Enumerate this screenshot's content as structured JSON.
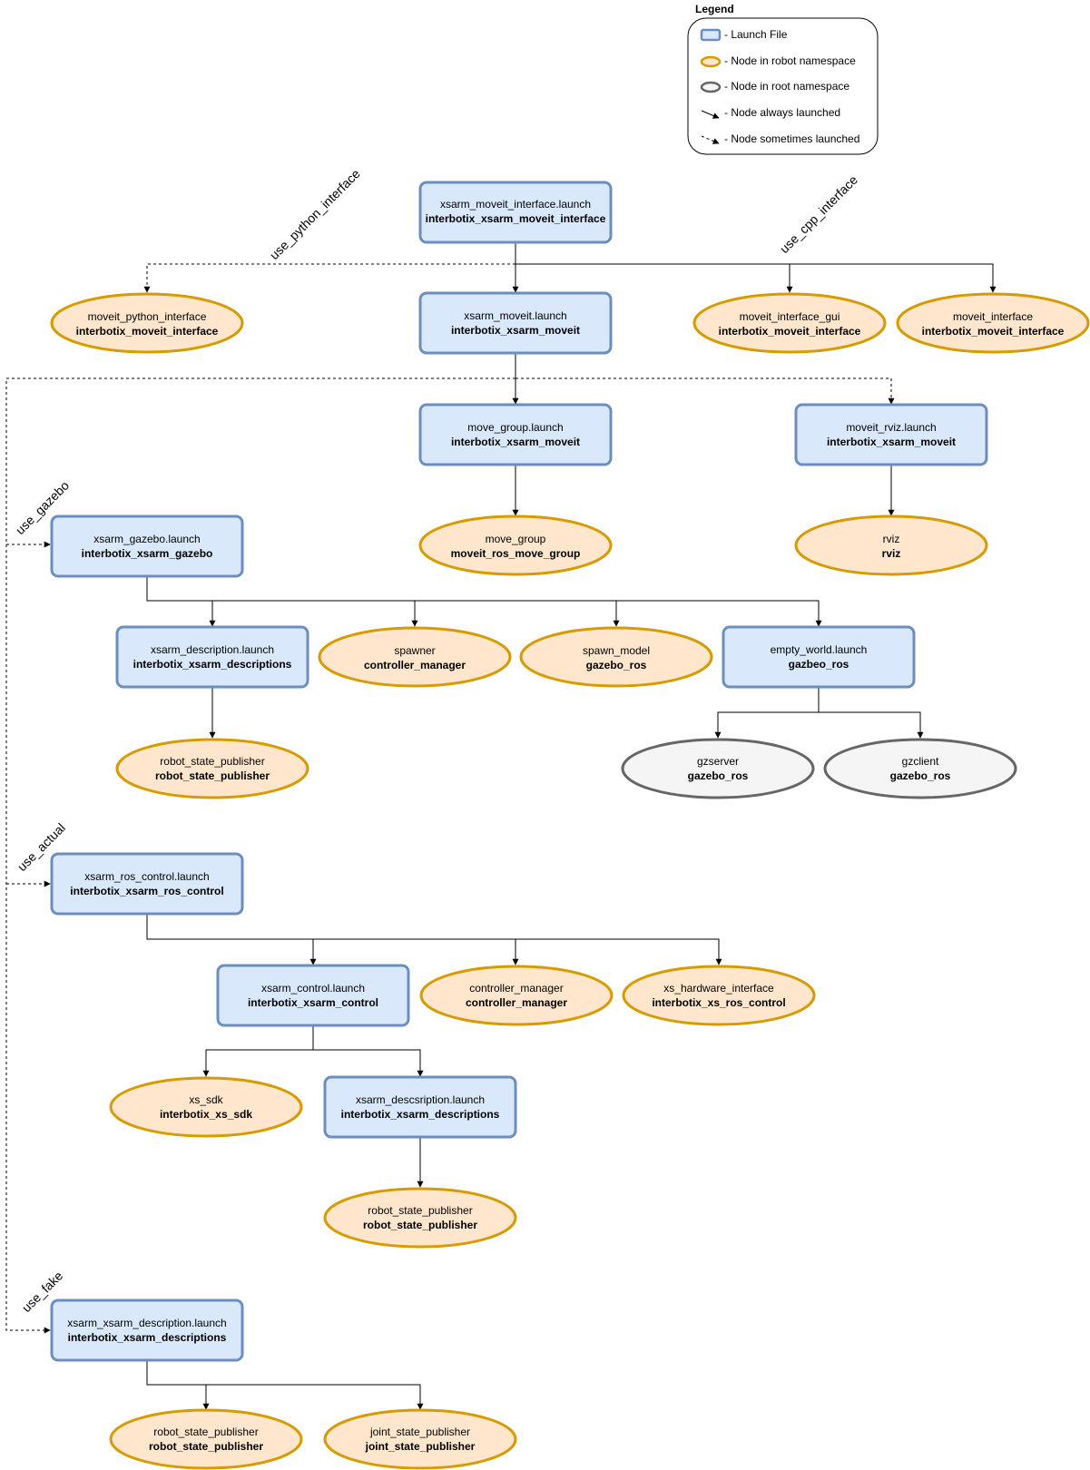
{
  "colors": {
    "launch_fill": "#dae8fc",
    "launch_stroke": "#6c8ebf",
    "robot_fill": "#ffe6cc",
    "robot_stroke": "#d79b00",
    "root_fill": "#f5f5f5",
    "root_stroke": "#666666",
    "edge": "#000000"
  },
  "legend": {
    "title": "Legend",
    "items": [
      {
        "symbol": "launch",
        "label": "- Launch File"
      },
      {
        "symbol": "robot",
        "label": "- Node in robot namespace"
      },
      {
        "symbol": "root",
        "label": "- Node in root namespace"
      },
      {
        "symbol": "always",
        "label": "- Node always launched"
      },
      {
        "symbol": "sometimes",
        "label": "- Node sometimes launched"
      }
    ]
  },
  "conditions": {
    "use_python_interface": "use_python_interface",
    "use_cpp_interface": "use_cpp_interface",
    "use_gazebo": "use_gazebo",
    "use_actual": "use_actual",
    "use_fake": "use_fake"
  },
  "nodes": [
    {
      "id": "moveit_interface_launch",
      "kind": "launch",
      "line1": "xsarm_moveit_interface.launch",
      "line2": "interbotix_xsarm_moveit_interface"
    },
    {
      "id": "moveit_python_interface",
      "kind": "robot",
      "line1": "moveit_python_interface",
      "line2": "interbotix_moveit_interface"
    },
    {
      "id": "moveit_launch",
      "kind": "launch",
      "line1": "xsarm_moveit.launch",
      "line2": "interbotix_xsarm_moveit"
    },
    {
      "id": "moveit_interface_gui",
      "kind": "robot",
      "line1": "moveit_interface_gui",
      "line2": "interbotix_moveit_interface"
    },
    {
      "id": "moveit_interface",
      "kind": "robot",
      "line1": "moveit_interface",
      "line2": "interbotix_moveit_interface"
    },
    {
      "id": "move_group_launch",
      "kind": "launch",
      "line1": "move_group.launch",
      "line2": "interbotix_xsarm_moveit"
    },
    {
      "id": "moveit_rviz_launch",
      "kind": "launch",
      "line1": "moveit_rviz.launch",
      "line2": "interbotix_xsarm_moveit"
    },
    {
      "id": "gazebo_launch",
      "kind": "launch",
      "line1": "xsarm_gazebo.launch",
      "line2": "interbotix_xsarm_gazebo"
    },
    {
      "id": "move_group",
      "kind": "robot",
      "line1": "move_group",
      "line2": "moveit_ros_move_group"
    },
    {
      "id": "rviz",
      "kind": "robot",
      "line1": "rviz",
      "line2": "rviz"
    },
    {
      "id": "description_launch_gz",
      "kind": "launch",
      "line1": "xsarm_description.launch",
      "line2": "interbotix_xsarm_descriptions"
    },
    {
      "id": "spawner",
      "kind": "robot",
      "line1": "spawner",
      "line2": "controller_manager"
    },
    {
      "id": "spawn_model",
      "kind": "robot",
      "line1": "spawn_model",
      "line2": "gazebo_ros"
    },
    {
      "id": "empty_world_launch",
      "kind": "launch",
      "line1": "empty_world.launch",
      "line2": "gazbeo_ros"
    },
    {
      "id": "rsp_gz",
      "kind": "robot",
      "line1": "robot_state_publisher",
      "line2": "robot_state_publisher"
    },
    {
      "id": "gzserver",
      "kind": "root",
      "line1": "gzserver",
      "line2": "gazebo_ros"
    },
    {
      "id": "gzclient",
      "kind": "root",
      "line1": "gzclient",
      "line2": "gazebo_ros"
    },
    {
      "id": "ros_control_launch",
      "kind": "launch",
      "line1": "xsarm_ros_control.launch",
      "line2": "interbotix_xsarm_ros_control"
    },
    {
      "id": "control_launch",
      "kind": "launch",
      "line1": "xsarm_control.launch",
      "line2": "interbotix_xsarm_control"
    },
    {
      "id": "controller_manager",
      "kind": "robot",
      "line1": "controller_manager",
      "line2": "controller_manager"
    },
    {
      "id": "xs_hardware_interface",
      "kind": "robot",
      "line1": "xs_hardware_interface",
      "line2": "interbotix_xs_ros_control"
    },
    {
      "id": "xs_sdk",
      "kind": "robot",
      "line1": "xs_sdk",
      "line2": "interbotix_xs_sdk"
    },
    {
      "id": "descsription_launch",
      "kind": "launch",
      "line1": "xsarm_descsription.launch",
      "line2": "interbotix_xsarm_descriptions"
    },
    {
      "id": "rsp_actual",
      "kind": "robot",
      "line1": "robot_state_publisher",
      "line2": "robot_state_publisher"
    },
    {
      "id": "xsarm_description_launch",
      "kind": "launch",
      "line1": "xsarm_xsarm_description.launch",
      "line2": "interbotix_xsarm_descriptions"
    },
    {
      "id": "rsp_fake",
      "kind": "robot",
      "line1": "robot_state_publisher",
      "line2": "robot_state_publisher"
    },
    {
      "id": "jsp_fake",
      "kind": "robot",
      "line1": "joint_state_publisher",
      "line2": "joint_state_publisher"
    }
  ]
}
